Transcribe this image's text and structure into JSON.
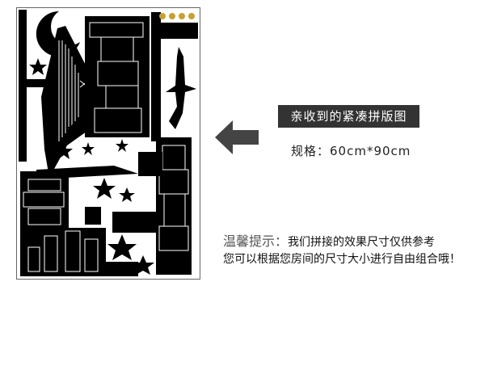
{
  "caption": "亲收到的紧凑拼版图",
  "size_label": "规格：",
  "size_value": "60cm*90cm",
  "tip_label": "温馨提示：",
  "tip_line1": "我们拼接的效果尺寸仅供参考",
  "tip_line2": "您可以根据您房间的尺寸大小进行自由组合哦！",
  "colors": {
    "sticker": "#000000",
    "caption_bg": "#333333",
    "arrow": "#444444",
    "gold": "#c8a030"
  },
  "icons": [
    "city-skyline-sticker-sheet",
    "left-arrow-icon",
    "moon-icon",
    "star-icon",
    "airplane-icon",
    "bridge-icon"
  ]
}
